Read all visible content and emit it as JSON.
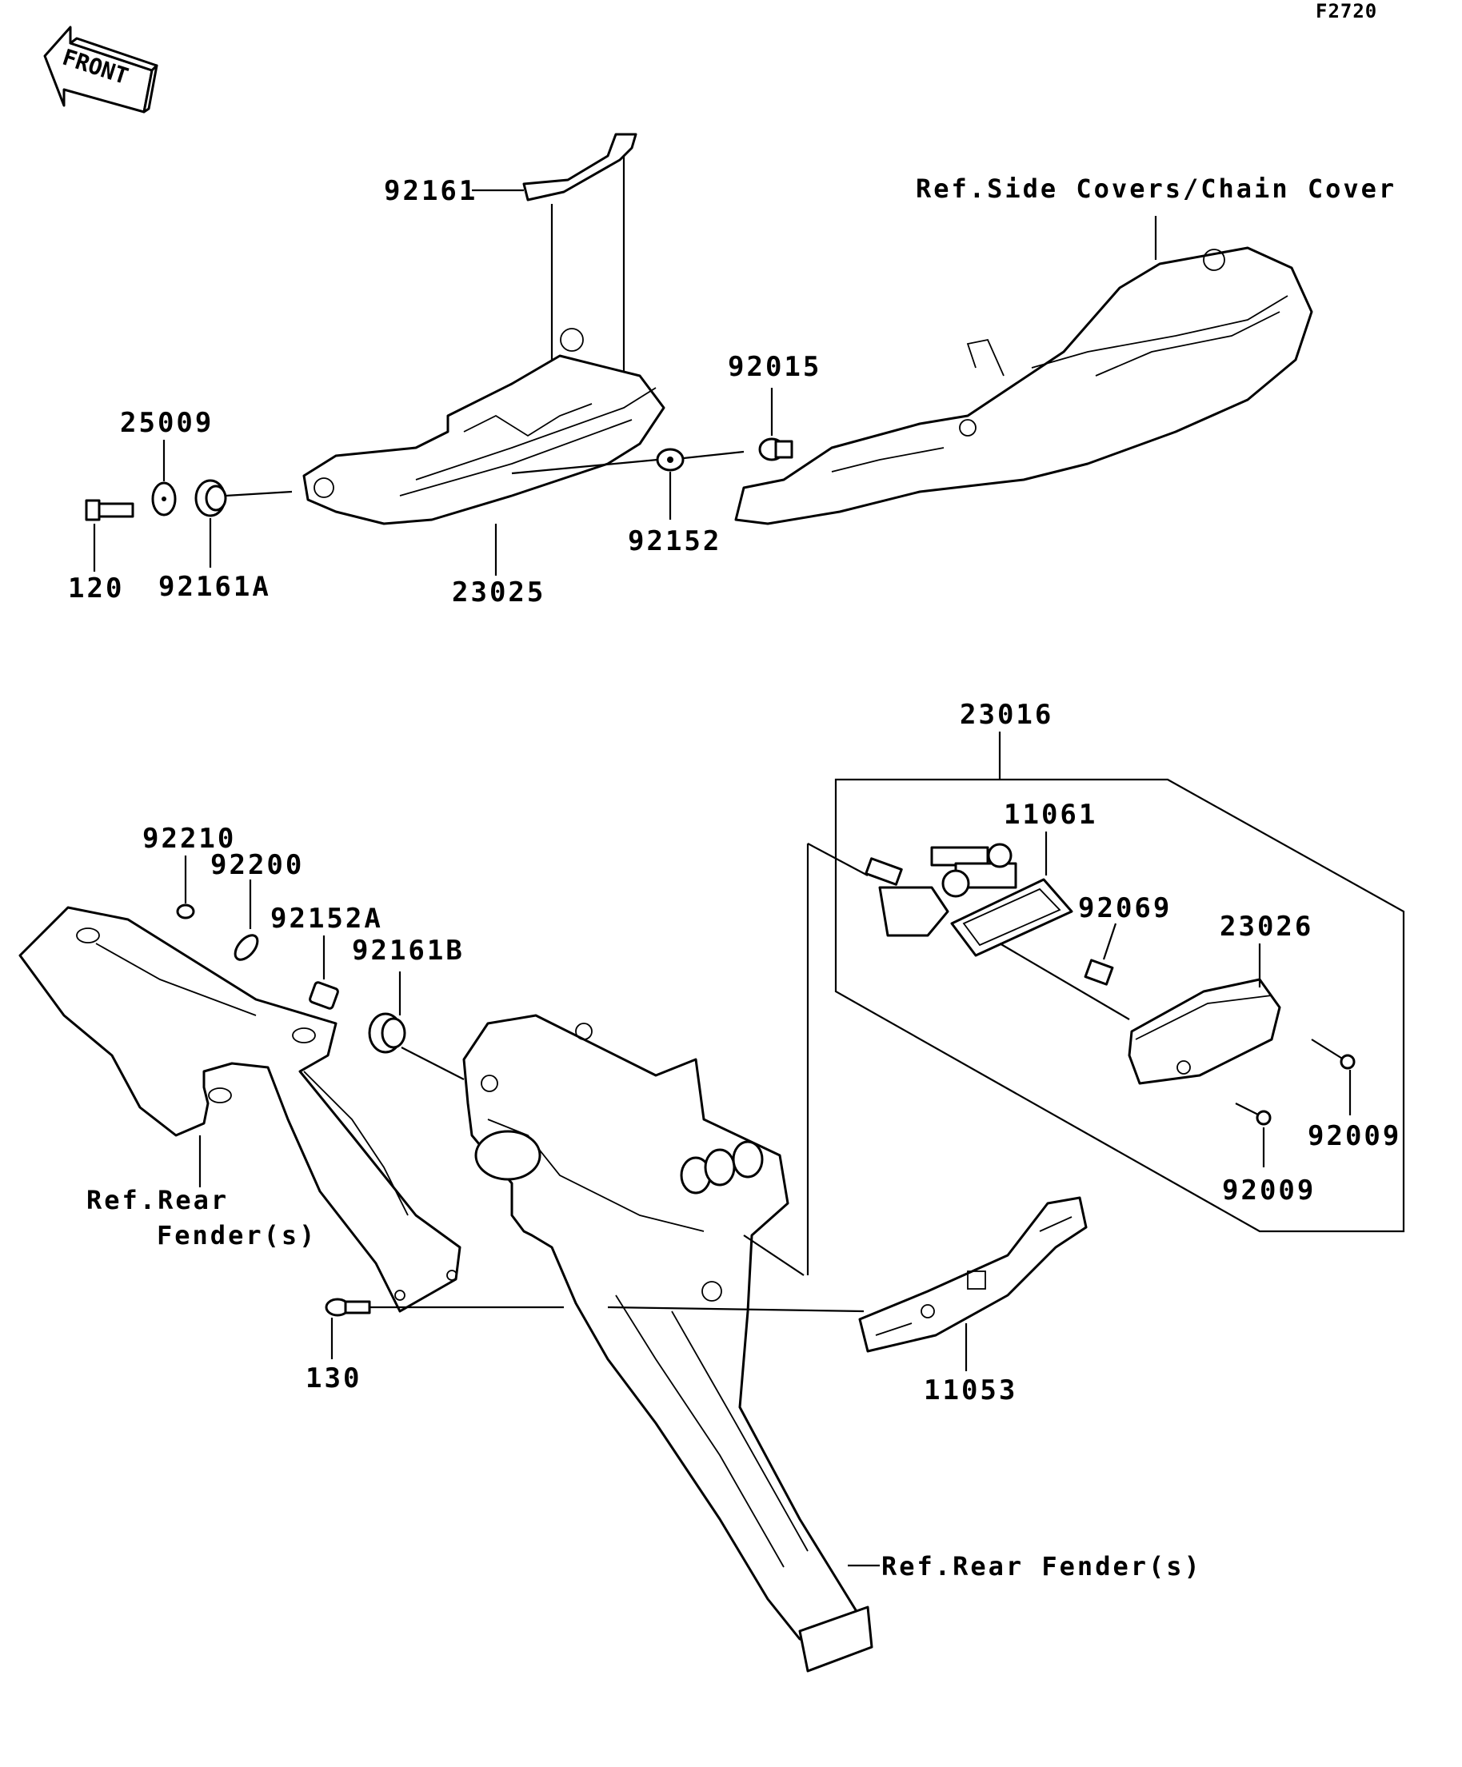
{
  "figure_id": "F2720",
  "front_label": "FRONT",
  "refs": {
    "side_covers": "Ref.Side Covers/Chain Cover",
    "rear_fender_line1": "Ref.Rear",
    "rear_fender_line2": "Fender(s)",
    "rear_fender_bottom": "Ref.Rear Fender(s)"
  },
  "parts": {
    "p92161": "92161",
    "p25009": "25009",
    "p120": "120",
    "p92161A": "92161A",
    "p23025": "23025",
    "p92015": "92015",
    "p92152": "92152",
    "p23016": "23016",
    "p11061": "11061",
    "p92069": "92069",
    "p23026": "23026",
    "p92009a": "92009",
    "p92009b": "92009",
    "p92210": "92210",
    "p92200": "92200",
    "p92152A": "92152A",
    "p92161B": "92161B",
    "p130": "130",
    "p11053": "11053"
  }
}
